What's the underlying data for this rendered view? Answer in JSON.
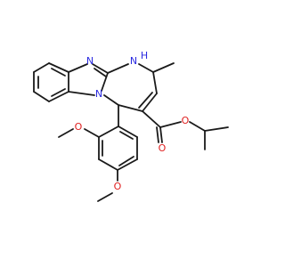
{
  "atoms": {
    "n_top": "N",
    "nh": "N",
    "nh_h": "H",
    "n_ring": "N",
    "o_ester_carbonyl": "O",
    "o_ester_ether": "O",
    "o_methoxy_top": "O",
    "o_methoxy_bottom": "O"
  },
  "colors": {
    "bond": "#1a1a1a",
    "nitrogen": "#2a2ae0",
    "oxygen": "#e02020",
    "background": "#ffffff"
  }
}
